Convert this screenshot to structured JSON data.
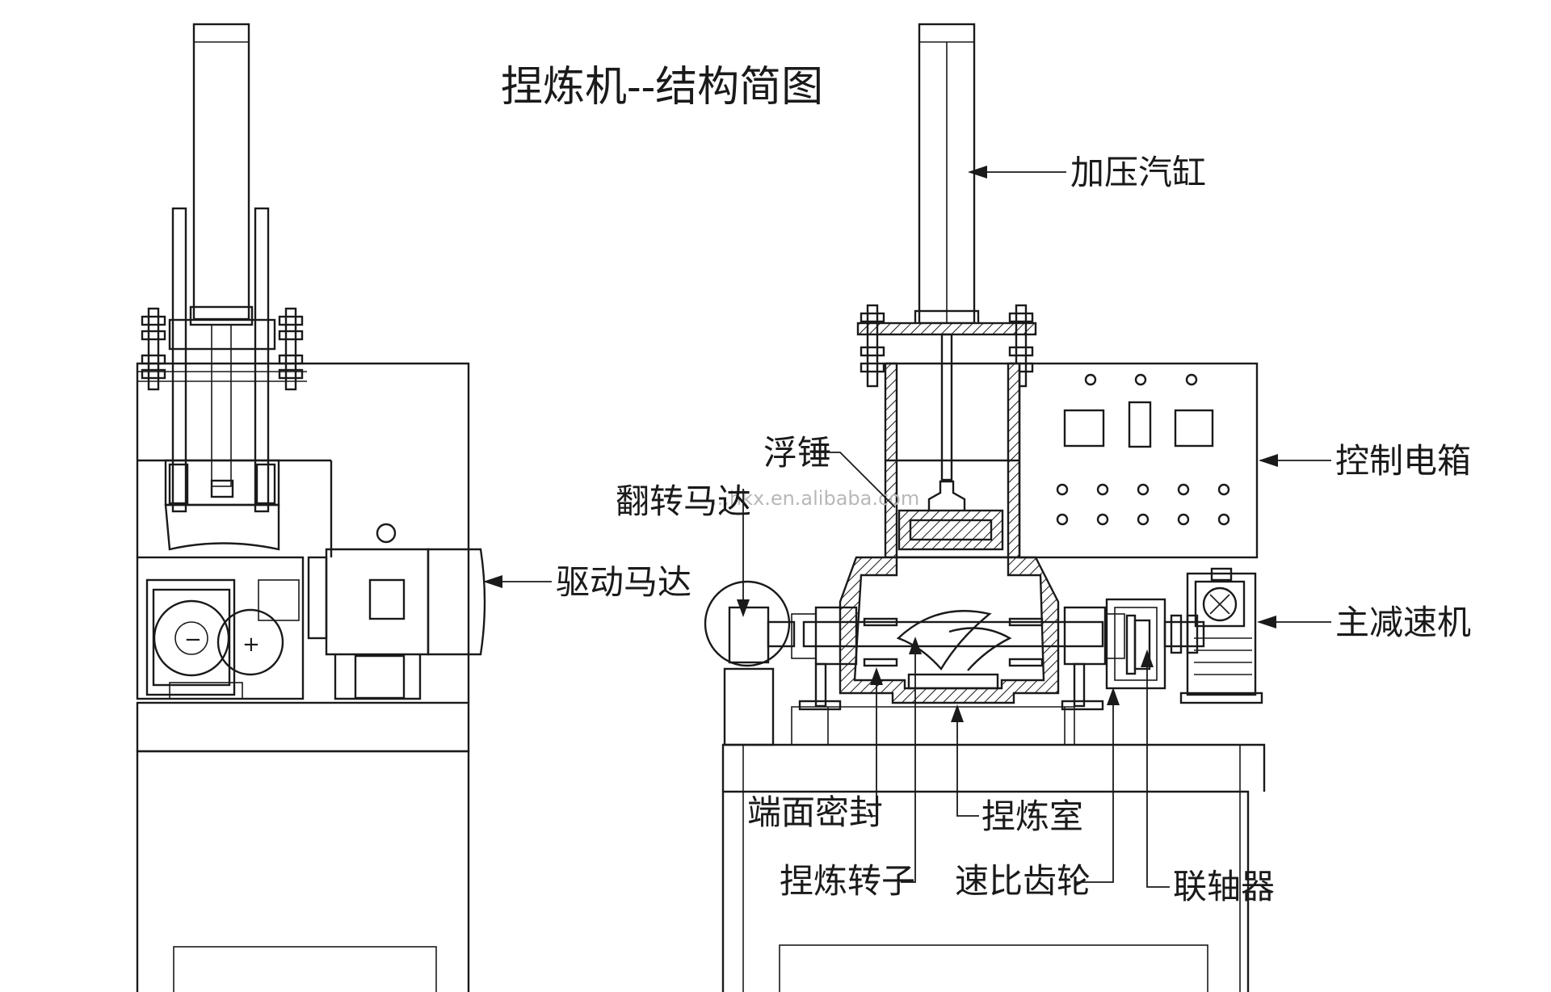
{
  "title": "捏炼机--结构简图",
  "watermark": "...hkx.en.alibaba.com",
  "labels": {
    "pressure_cylinder": "加压汽缸",
    "floating_weight": "浮锤",
    "tilting_motor": "翻转马达",
    "drive_motor": "驱动马达",
    "control_box": "控制电箱",
    "main_reducer": "主减速机",
    "end_face_seal": "端面密封",
    "mixing_chamber": "捏炼室",
    "mixing_rotor": "捏炼转子",
    "ratio_gear": "速比齿轮",
    "coupling": "联轴器"
  },
  "motor_symbols": {
    "minus": "−",
    "plus": "+"
  },
  "colors": {
    "line": "#1a1a1a",
    "background": "#ffffff",
    "watermark": "#b8b8b8"
  }
}
